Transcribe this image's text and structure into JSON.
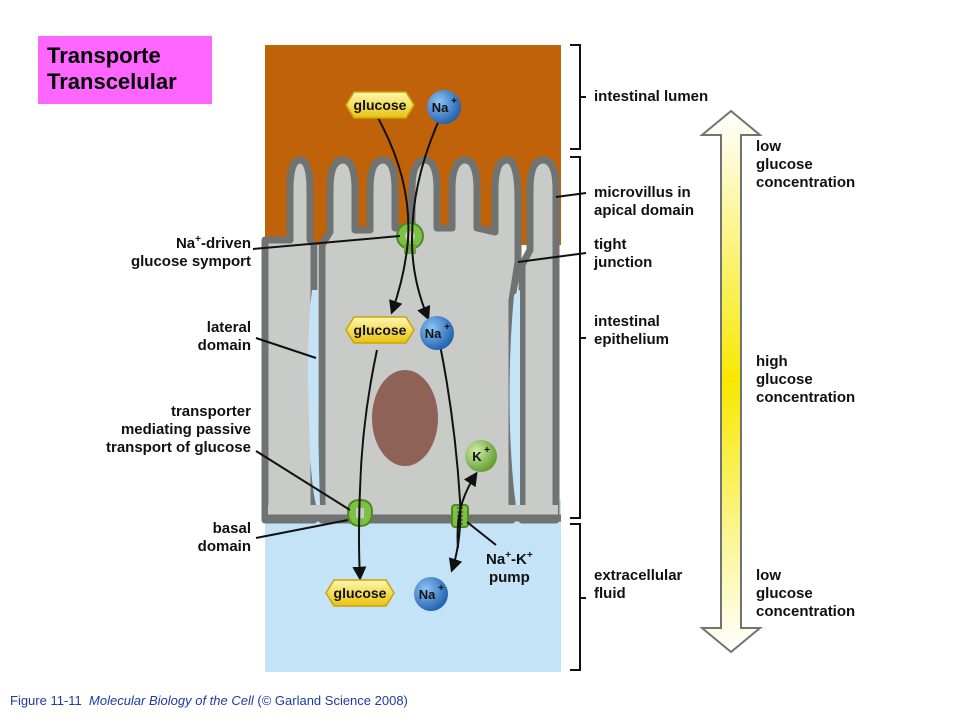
{
  "title": {
    "line1": "Transporte",
    "line2": "Transcelular"
  },
  "molecules": {
    "glucose": "glucose",
    "sodium": "Na",
    "potassium": "K",
    "charge": "+"
  },
  "labels": {
    "na_driven_1": "Na",
    "na_driven_1_sup": "+",
    "na_driven_1_rest": "-driven",
    "na_driven_2": "glucose symport",
    "lateral_1": "lateral",
    "lateral_2": "domain",
    "passive_1": "transporter",
    "passive_2": "mediating passive",
    "passive_3": "transport of glucose",
    "basal_1": "basal",
    "basal_2": "domain",
    "lumen": "intestinal lumen",
    "microvillus_1": "microvillus in",
    "microvillus_2": "apical domain",
    "tight_1": "tight",
    "tight_2": "junction",
    "epithelium_1": "intestinal",
    "epithelium_2": "epithelium",
    "pump_na": "Na",
    "pump_k": "-K",
    "pump_plus": "+",
    "pump_2": "pump",
    "fluid_1": "extracellular",
    "fluid_2": "fluid"
  },
  "gradient": {
    "top_1": "low",
    "top_2": "glucose",
    "top_3": "concentration",
    "mid_1": "high",
    "mid_2": "glucose",
    "mid_3": "concentration",
    "bot_1": "low",
    "bot_2": "glucose",
    "bot_3": "concentration"
  },
  "caption": {
    "figure": "Figure 11-11",
    "book": "Molecular Biology of the Cell",
    "credit": "(© Garland Science 2008)"
  },
  "colors": {
    "lumen": "#c0620a",
    "cell": "#c9cbc9",
    "membrane": "#6f7371",
    "fluid": "#c5e3f6",
    "nucleus": "#8e6257",
    "glucose": "#f5d622",
    "sodium": "#2f7fd0",
    "potassium": "#7dc043",
    "title_bg": "#ff66ff",
    "caption": "#1f3aa6"
  }
}
